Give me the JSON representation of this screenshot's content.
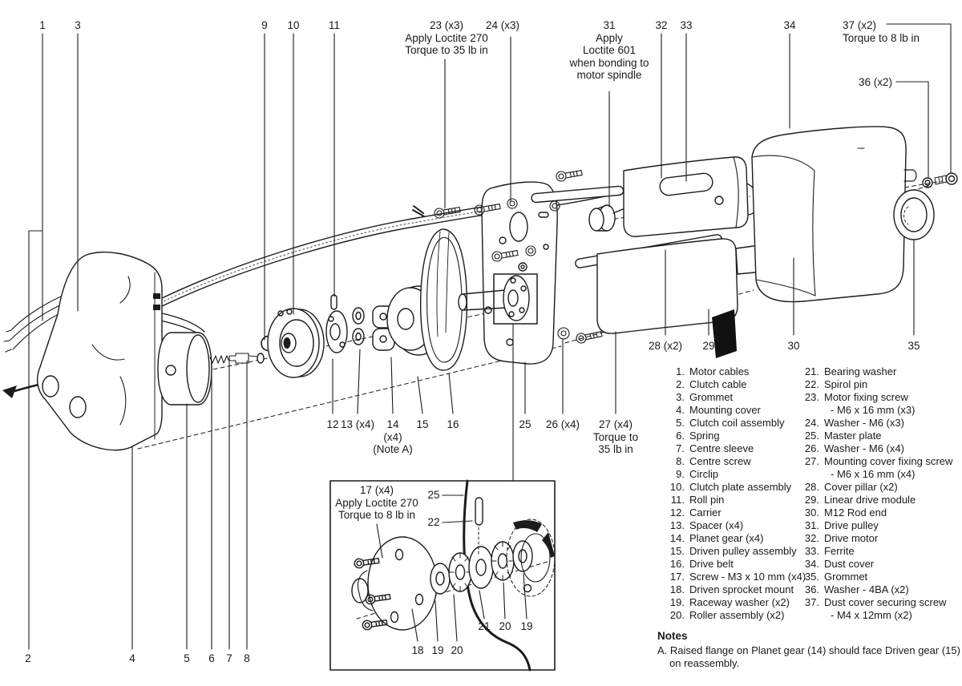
{
  "figure": {
    "type": "exploded-parts-diagram",
    "line_color": "#1c1c1c",
    "background": "#ffffff"
  },
  "callouts": {
    "c1": "1",
    "c2": "2",
    "c3": "3",
    "c4": "4",
    "c5": "5",
    "c6": "6",
    "c7": "7",
    "c8": "8",
    "c9": "9",
    "c10": "10",
    "c11": "11",
    "c12": "12",
    "c13": "13 (x4)",
    "c14": "14\n(x4)\n(Note A)",
    "c15": "15",
    "c16": "16",
    "c23": "23 (x3)\nApply Loctite 270\nTorque to 35 lb in",
    "c24": "24 (x3)",
    "c25": "25",
    "c26": "26 (x4)",
    "c27": "27 (x4)\nTorque to\n35 lb in",
    "c28": "28 (x2)",
    "c29": "29",
    "c30": "30",
    "c31": "31\nApply\nLoctite 601\nwhen bonding to\nmotor spindle",
    "c32": "32",
    "c33": "33",
    "c34": "34",
    "c35": "35",
    "c36": "36 (x2)",
    "c37": "37 (x2)\nTorque to 8 lb in",
    "i17": "17 (x4)\nApply Loctite 270\nTorque to 8 lb in",
    "i25": "25",
    "i22": "22",
    "i18": "18",
    "i19a": "19",
    "i20a": "20",
    "i21": "21",
    "i20b": "20",
    "i19b": "19"
  },
  "parts_list": {
    "column1": [
      {
        "num": "1.",
        "label": "Motor cables"
      },
      {
        "num": "2.",
        "label": "Clutch cable"
      },
      {
        "num": "3.",
        "label": "Grommet"
      },
      {
        "num": "4.",
        "label": "Mounting cover"
      },
      {
        "num": "5.",
        "label": "Clutch coil assembly"
      },
      {
        "num": "6.",
        "label": "Spring"
      },
      {
        "num": "7.",
        "label": "Centre sleeve"
      },
      {
        "num": "8.",
        "label": "Centre screw"
      },
      {
        "num": "9.",
        "label": "Circlip"
      },
      {
        "num": "10.",
        "label": "Clutch plate assembly"
      },
      {
        "num": "11.",
        "label": "Roll pin"
      },
      {
        "num": "12.",
        "label": "Carrier"
      },
      {
        "num": "13.",
        "label": "Spacer (x4)"
      },
      {
        "num": "14.",
        "label": "Planet gear (x4)"
      },
      {
        "num": "15.",
        "label": "Driven pulley assembly"
      },
      {
        "num": "16.",
        "label": "Drive belt"
      },
      {
        "num": "17.",
        "label": "Screw - M3 x 10 mm (x4)"
      },
      {
        "num": "18.",
        "label": "Driven sprocket mount"
      },
      {
        "num": "19.",
        "label": "Raceway washer (x2)"
      },
      {
        "num": "20.",
        "label": "Roller assembly (x2)"
      }
    ],
    "column2": [
      {
        "num": "21.",
        "label": "Bearing washer"
      },
      {
        "num": "22.",
        "label": "Spirol pin"
      },
      {
        "num": "23.",
        "label": "Motor fixing screw",
        "sub": "- M6 x 16 mm (x3)"
      },
      {
        "num": "24.",
        "label": "Washer - M6 (x3)"
      },
      {
        "num": "25.",
        "label": "Master plate"
      },
      {
        "num": "26.",
        "label": "Washer - M6 (x4)"
      },
      {
        "num": "27.",
        "label": "Mounting cover fixing screw",
        "sub": "- M6 x 16 mm (x4)"
      },
      {
        "num": "28.",
        "label": "Cover pillar (x2)"
      },
      {
        "num": "29.",
        "label": "Linear drive module"
      },
      {
        "num": "30.",
        "label": "M12 Rod end"
      },
      {
        "num": "31.",
        "label": "Drive pulley"
      },
      {
        "num": "32.",
        "label": "Drive motor"
      },
      {
        "num": "33.",
        "label": "Ferrite"
      },
      {
        "num": "34.",
        "label": "Dust cover"
      },
      {
        "num": "35.",
        "label": "Grommet"
      },
      {
        "num": "36.",
        "label": "Washer - 4BA (x2)"
      },
      {
        "num": "37.",
        "label": "Dust cover securing screw",
        "sub": "- M4 x 12mm (x2)"
      }
    ]
  },
  "notes": {
    "title": "Notes",
    "note_a": "A. Raised flange on Planet gear (14) should face Driven gear (15)\non reassembly."
  }
}
